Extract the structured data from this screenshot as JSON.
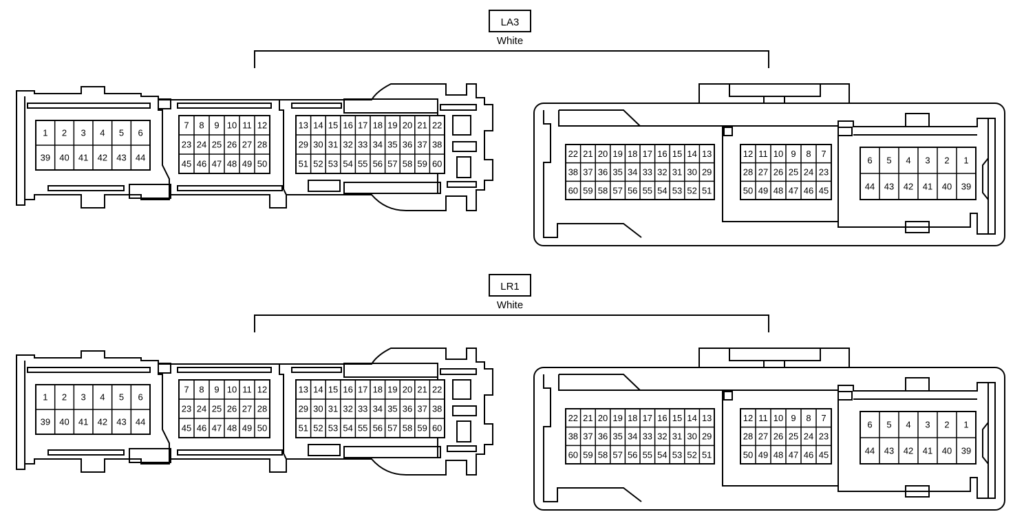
{
  "connectors": [
    {
      "code": "LA3",
      "color": "White"
    },
    {
      "code": "LR1",
      "color": "White"
    }
  ],
  "left_face": {
    "block_a": [
      [
        "1",
        "2",
        "3",
        "4",
        "5",
        "6"
      ],
      [
        "39",
        "40",
        "41",
        "42",
        "43",
        "44"
      ]
    ],
    "block_b": [
      [
        "7",
        "8",
        "9",
        "10",
        "11",
        "12"
      ],
      [
        "23",
        "24",
        "25",
        "26",
        "27",
        "28"
      ],
      [
        "45",
        "46",
        "47",
        "48",
        "49",
        "50"
      ]
    ],
    "block_c": [
      [
        "13",
        "14",
        "15",
        "16",
        "17",
        "18",
        "19",
        "20",
        "21",
        "22"
      ],
      [
        "29",
        "30",
        "31",
        "32",
        "33",
        "34",
        "35",
        "36",
        "37",
        "38"
      ],
      [
        "51",
        "52",
        "53",
        "54",
        "55",
        "56",
        "57",
        "58",
        "59",
        "60"
      ]
    ]
  },
  "right_face": {
    "block_a": [
      [
        "22",
        "21",
        "20",
        "19",
        "18",
        "17",
        "16",
        "15",
        "14",
        "13"
      ],
      [
        "38",
        "37",
        "36",
        "35",
        "34",
        "33",
        "32",
        "31",
        "30",
        "29"
      ],
      [
        "60",
        "59",
        "58",
        "57",
        "56",
        "55",
        "54",
        "53",
        "52",
        "51"
      ]
    ],
    "block_b": [
      [
        "12",
        "11",
        "10",
        "9",
        "8",
        "7"
      ],
      [
        "28",
        "27",
        "26",
        "25",
        "24",
        "23"
      ],
      [
        "50",
        "49",
        "48",
        "47",
        "46",
        "45"
      ]
    ],
    "block_c": [
      [
        "6",
        "5",
        "4",
        "3",
        "2",
        "1"
      ],
      [
        "44",
        "43",
        "42",
        "41",
        "40",
        "39"
      ]
    ]
  }
}
